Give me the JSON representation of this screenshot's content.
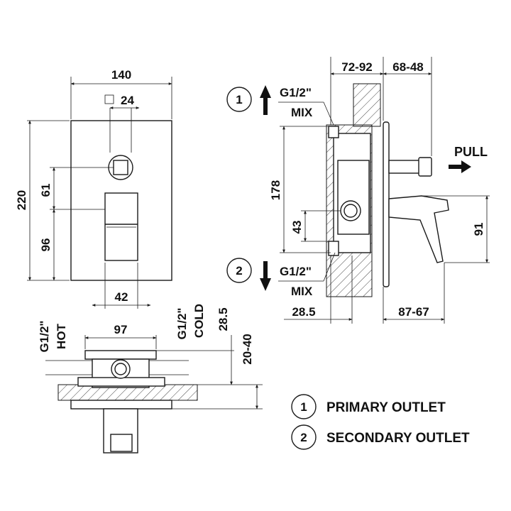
{
  "front_view": {
    "width": "140",
    "square_key": "24",
    "height": "220",
    "upper_offset": "61",
    "lower_offset": "96",
    "lever_width": "42"
  },
  "side_view": {
    "depth_range_1": "72-92",
    "depth_range_2": "68-48",
    "outlet_1_marker": "1",
    "outlet_1_thread": "G1/2\"",
    "outlet_1_mix": "MIX",
    "outlet_2_marker": "2",
    "outlet_2_thread": "G1/2\"",
    "outlet_2_mix": "MIX",
    "pull_label": "PULL",
    "height_178": "178",
    "height_43": "43",
    "height_91": "91",
    "bottom_left": "28.5",
    "bottom_right": "87-67"
  },
  "top_view": {
    "hot_thread": "G1/2\"",
    "hot_label": "HOT",
    "width_97": "97",
    "cold_thread": "G1/2\"",
    "cold_label": "COLD",
    "dim_28_5": "28.5",
    "dim_20_40": "20-40"
  },
  "legend": {
    "items": [
      {
        "marker": "1",
        "label": "PRIMARY OUTLET"
      },
      {
        "marker": "2",
        "label": "SECONDARY OUTLET"
      }
    ]
  }
}
